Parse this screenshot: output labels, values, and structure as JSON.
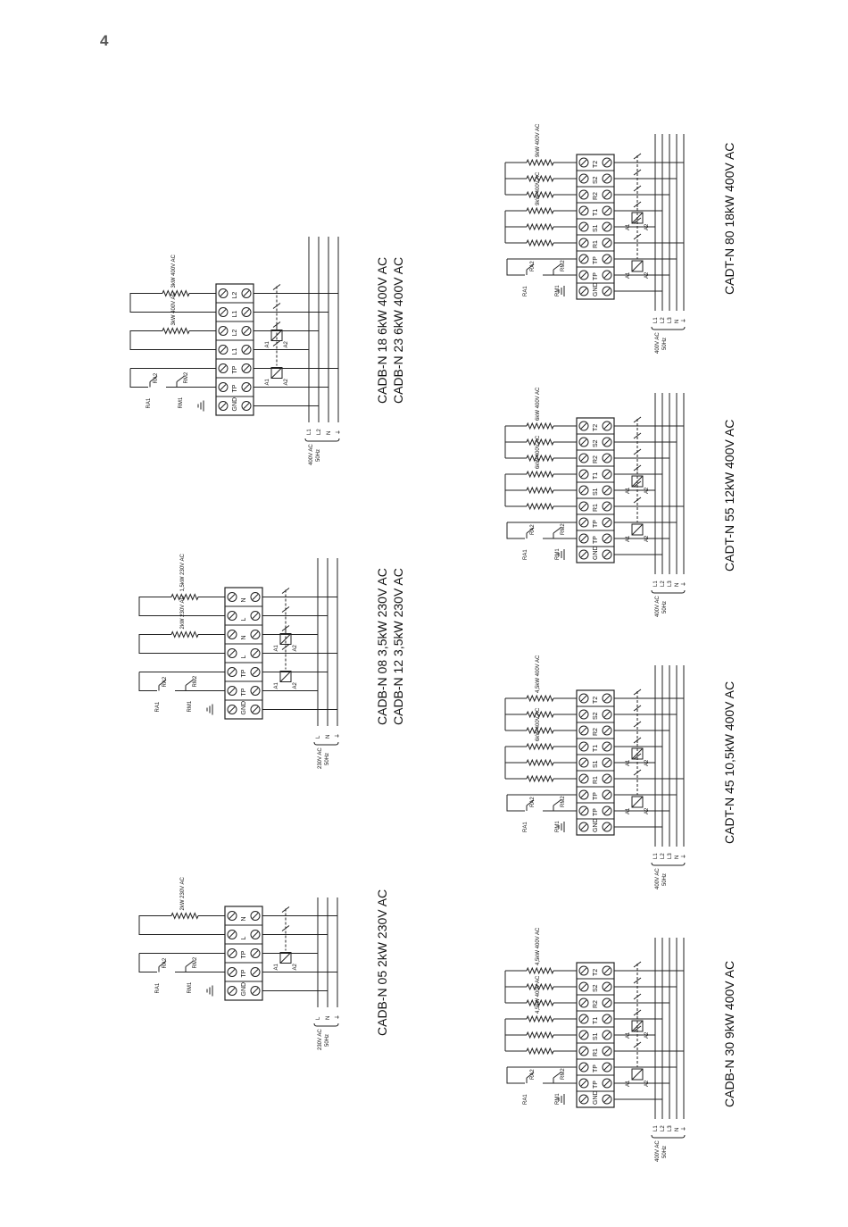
{
  "page_number": "4",
  "diagrams": [
    {
      "id": "cadb-n-18-23",
      "captions": [
        "CADB-N 18 6kW 400V AC",
        "CADB-N 23 6kW 400V AC"
      ],
      "supply_lines": [
        "L1",
        "L2",
        "N"
      ],
      "supply_label": "400V AC",
      "supply_freq": "50Hz",
      "terminals": [
        "GND",
        "TP",
        "TP",
        "L1",
        "L2",
        "L1",
        "L2"
      ],
      "heaters": [
        "3kW 400V AC",
        "3kW 400V AC"
      ],
      "relays": [
        "RA1",
        "RA2",
        "RM1",
        "RM2"
      ],
      "coil_labels": [
        "A1",
        "A2"
      ]
    },
    {
      "id": "cadb-n-08-12",
      "captions": [
        "CADB-N 08 3,5kW 230V AC",
        "CADB-N 12 3,5kW 230V AC"
      ],
      "supply_lines": [
        "L",
        "N"
      ],
      "supply_label": "230V AC",
      "supply_freq": "50Hz",
      "terminals": [
        "GND",
        "TP",
        "TP",
        "L",
        "N",
        "L",
        "N"
      ],
      "heaters": [
        "2kW 230V AC",
        "1,5kW 230V AC"
      ],
      "relays": [
        "RA1",
        "RA2",
        "RM1",
        "RM2"
      ],
      "coil_labels": [
        "A1",
        "A2"
      ]
    },
    {
      "id": "cadb-n-05",
      "captions": [
        "CADB-N 05 2kW 230V AC"
      ],
      "supply_lines": [
        "L",
        "N"
      ],
      "supply_label": "230V AC",
      "supply_freq": "50Hz",
      "terminals": [
        "GND",
        "TP",
        "TP",
        "L",
        "N"
      ],
      "heaters": [
        "2kW 230V AC"
      ],
      "relays": [
        "RA1",
        "RA2",
        "RM1",
        "RM2"
      ],
      "coil_labels": [
        "A1",
        "A2"
      ]
    },
    {
      "id": "cadt-n-80",
      "captions": [
        "CADT-N 80 18kW 400V AC"
      ],
      "supply_lines": [
        "L1",
        "L2",
        "L3",
        "N"
      ],
      "supply_label": "400V AC",
      "supply_freq": "50Hz",
      "terminals": [
        "GND",
        "TP",
        "TP",
        "R1",
        "S1",
        "T1",
        "R2",
        "S2",
        "T2"
      ],
      "heaters": [
        "9kW 400V AC",
        "9kW 400V AC"
      ],
      "relays": [
        "RA1",
        "RA2",
        "RM1",
        "RM2"
      ],
      "coil_labels": [
        "A1",
        "A2"
      ]
    },
    {
      "id": "cadt-n-55",
      "captions": [
        "CADT-N 55 12kW 400V AC"
      ],
      "supply_lines": [
        "L1",
        "L2",
        "L3",
        "N"
      ],
      "supply_label": "400V AC",
      "supply_freq": "50Hz",
      "terminals": [
        "GND",
        "TP",
        "TP",
        "R1",
        "S1",
        "T1",
        "R2",
        "S2",
        "T2"
      ],
      "heaters": [
        "6kW 400V AC",
        "6kW 400V AC"
      ],
      "relays": [
        "RA1",
        "RA2",
        "RM1",
        "RM2"
      ],
      "coil_labels": [
        "A1",
        "A2"
      ]
    },
    {
      "id": "cadt-n-45",
      "captions": [
        "CADT-N 45 10,5kW 400V AC"
      ],
      "supply_lines": [
        "L1",
        "L2",
        "L3",
        "N"
      ],
      "supply_label": "400V AC",
      "supply_freq": "50Hz",
      "terminals": [
        "GND",
        "TP",
        "TP",
        "R1",
        "S1",
        "T1",
        "R2",
        "S2",
        "T2"
      ],
      "heaters": [
        "6kW 400V AC",
        "4,5kW 400V AC"
      ],
      "relays": [
        "RA1",
        "RA2",
        "RM1",
        "RM2"
      ],
      "coil_labels": [
        "A1",
        "A2"
      ]
    },
    {
      "id": "cadb-n-30",
      "captions": [
        "CADB-N 30 9kW 400V AC"
      ],
      "supply_lines": [
        "L1",
        "L2",
        "L3",
        "N"
      ],
      "supply_label": "400V AC",
      "supply_freq": "50Hz",
      "terminals": [
        "GND",
        "TP",
        "TP",
        "R1",
        "S1",
        "T1",
        "R2",
        "S2",
        "T2"
      ],
      "heaters": [
        "4,5kW 400V AC",
        "4,5kW 400V AC"
      ],
      "relays": [
        "RA1",
        "RA2",
        "RM1",
        "RM2"
      ],
      "coil_labels": [
        "A1",
        "A2"
      ]
    }
  ]
}
